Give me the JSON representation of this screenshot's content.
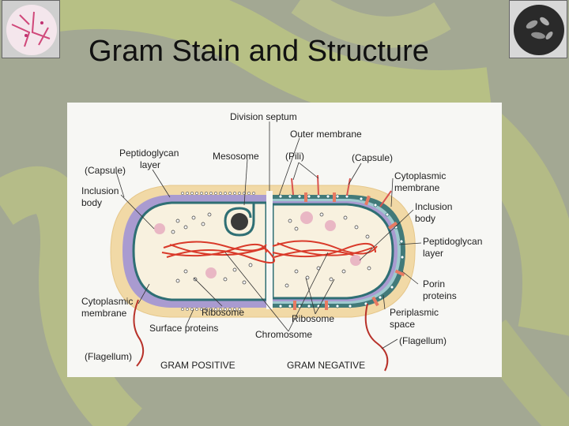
{
  "slide": {
    "title": "Gram Stain and Structure"
  },
  "labels": {
    "division_septum": "Division septum",
    "outer_membrane": "Outer membrane",
    "peptidoglycan_layer_line1": "Peptidoglycan",
    "peptidoglycan_layer_line2": "layer",
    "mesosome": "Mesosome",
    "pili": "(Pili)",
    "capsule_left": "(Capsule)",
    "capsule_right": "(Capsule)",
    "cytoplasmic_membrane_right_line1": "Cytoplasmic",
    "cytoplasmic_membrane_right_line2": "membrane",
    "inclusion_body_left_line1": "Inclusion",
    "inclusion_body_left_line2": "body",
    "inclusion_body_right_line1": "Inclusion",
    "inclusion_body_right_line2": "body",
    "peptidoglycan_right_line1": "Peptidoglycan",
    "peptidoglycan_right_line2": "layer",
    "porin_proteins_line1": "Porin",
    "porin_proteins_line2": "proteins",
    "cytoplasmic_membrane_left_line1": "Cytoplasmic",
    "cytoplasmic_membrane_left_line2": "membrane",
    "ribosome_left": "Ribosome",
    "ribosome_right": "Ribosome",
    "periplasmic_space_line1": "Periplasmic",
    "periplasmic_space_line2": "space",
    "surface_proteins": "Surface proteins",
    "chromosome": "Chromosome",
    "flagellum_left": "(Flagellum)",
    "flagellum_right": "(Flagellum)",
    "gram_positive": "GRAM POSITIVE",
    "gram_negative": "GRAM NEGATIVE"
  },
  "colors": {
    "capsule": "#f1d9a6",
    "peptidoglycan_thick": "#a99bd0",
    "membrane": "#2f6f74",
    "cytoplasm": "#f8f1df",
    "chromosome": "#d93a2a",
    "inclusion": "#e9b7c4",
    "porin": "#e77a62",
    "flagellum": "#b8322a"
  }
}
